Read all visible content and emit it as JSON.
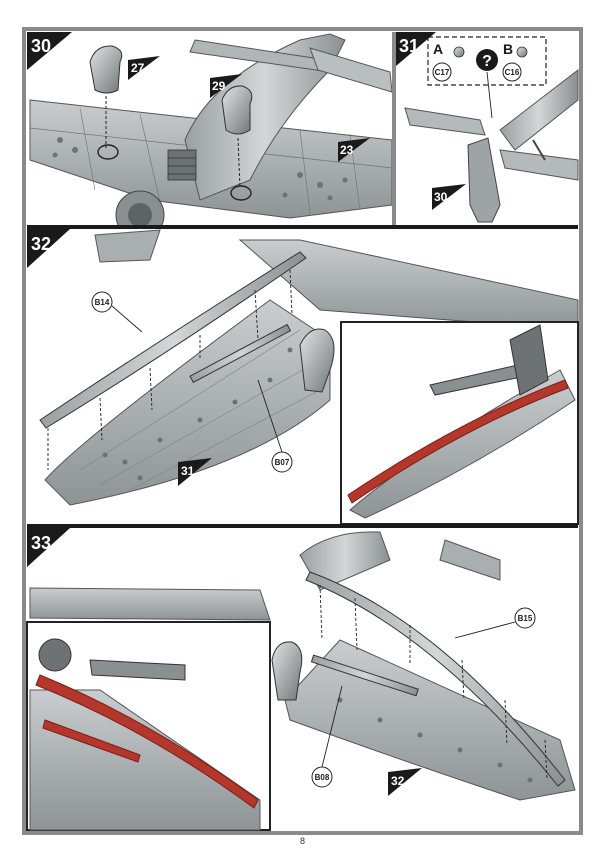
{
  "page": {
    "number": "8"
  },
  "steps": {
    "s30": {
      "label": "30",
      "callouts": {
        "c27": "27",
        "c29": "29",
        "c23": "23"
      }
    },
    "s31": {
      "label": "31",
      "option_a": "A",
      "option_b": "B",
      "part_a": "C17",
      "part_b": "C16",
      "ref": "30",
      "question_mark": "?"
    },
    "s32": {
      "label": "32",
      "part_1": "B14",
      "part_2": "B07",
      "ref": "31"
    },
    "s33": {
      "label": "33",
      "part_1": "B15",
      "part_2": "B08",
      "ref": "32"
    }
  },
  "colors": {
    "border": "#8a8a8a",
    "metal": "#aeb3b5",
    "metal_dark": "#7d8385",
    "accent": "#b5372c",
    "ink": "#1a1a1a"
  }
}
